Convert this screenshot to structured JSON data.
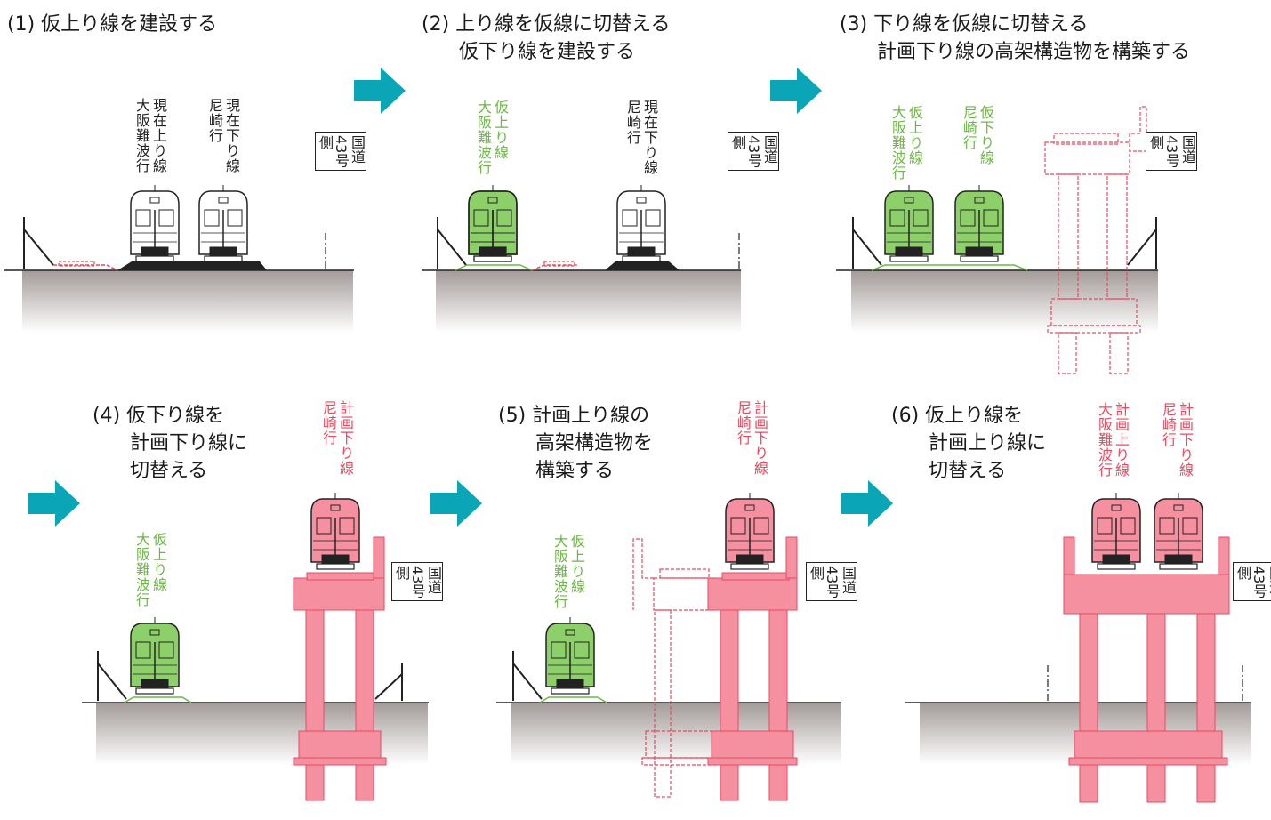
{
  "steps": [
    {
      "title": "(1) 仮上り線を建設する"
    },
    {
      "title": "(2) 上り線を仮線に切替える\n      仮下り線を建設する"
    },
    {
      "title": "(3) 下り線を仮線に切替える\n      計画下り線の高架構造物を構築する"
    },
    {
      "title": "(4) 仮下り線を\n      計画下り線に\n      切替える"
    },
    {
      "title": "(5) 計画上り線の\n      高架構造物を\n      構築する"
    },
    {
      "title": "(6) 仮上り線を\n      計画上り線に\n      切替える"
    }
  ],
  "labels": {
    "current_up": "現在上り線\n大阪難波行",
    "current_down": "現在下り線\n尼崎行",
    "temp_up": "仮上り線\n大阪難波行",
    "temp_down": "仮下り線\n尼崎行",
    "plan_up": "計画上り線\n大阪難波行",
    "plan_down": "計画下り線\n尼崎行",
    "road": "国道\n43号\n側"
  },
  "colors": {
    "arrow": "#0aa6b8",
    "green": "#6cb846",
    "red": "#e84a5f",
    "pink_fill": "#f590a0"
  },
  "icons": [
    "right-arrow-icon",
    "train-icon",
    "viaduct-structure"
  ]
}
